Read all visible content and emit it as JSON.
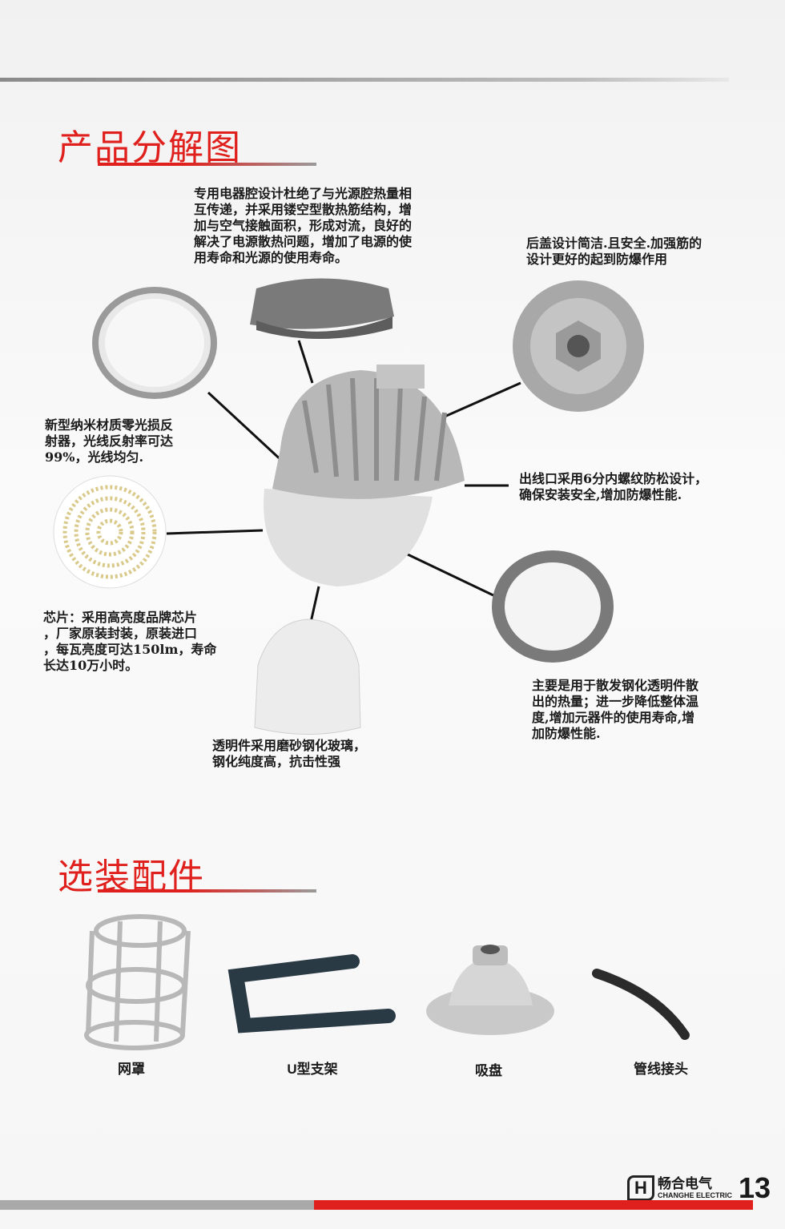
{
  "section1": {
    "title": "产品分解图",
    "notes": {
      "top": "专用电器腔设计杜绝了与光源腔热量相\n互传递，并采用镂空型散热筋结构，增\n加与空气接触面积，形成对流，良好的\n解决了电源散热问题，增加了电源的使\n用寿命和光源的使用寿命。",
      "reflector": "新型纳米材质零光损反\n射器，光线反射率可达\n99%，光线均匀.",
      "chip": "芯片：采用高亮度品牌芯片\n，厂家原装封装，原装进口\n，每瓦亮度可达150lm，寿命\n长达10万小时。",
      "glass": "透明件采用磨砂钢化玻璃，\n钢化纯度高，抗击性强",
      "back_cover": "后盖设计简洁.且安全.加强筋的\n设计更好的起到防爆作用",
      "outlet": "出线口采用6分内螺纹防松设计，\n确保安装安全,增加防爆性能.",
      "ring": "主要是用于散发钢化透明件散\n出的热量；进一步降低整体温\n度,增加元器件的使用寿命,增\n加防爆性能."
    }
  },
  "section2": {
    "title": "选装配件",
    "items": [
      {
        "label": "网罩"
      },
      {
        "label": "U型支架"
      },
      {
        "label": "吸盘"
      },
      {
        "label": "管线接头"
      }
    ]
  },
  "footer": {
    "brand_cn": "畅合电气",
    "brand_en": "CHANGHE ELECTRIC",
    "logo_letter": "H",
    "page_number": "13"
  },
  "colors": {
    "accent": "#e0201c",
    "grey": "#a9a9a9"
  }
}
